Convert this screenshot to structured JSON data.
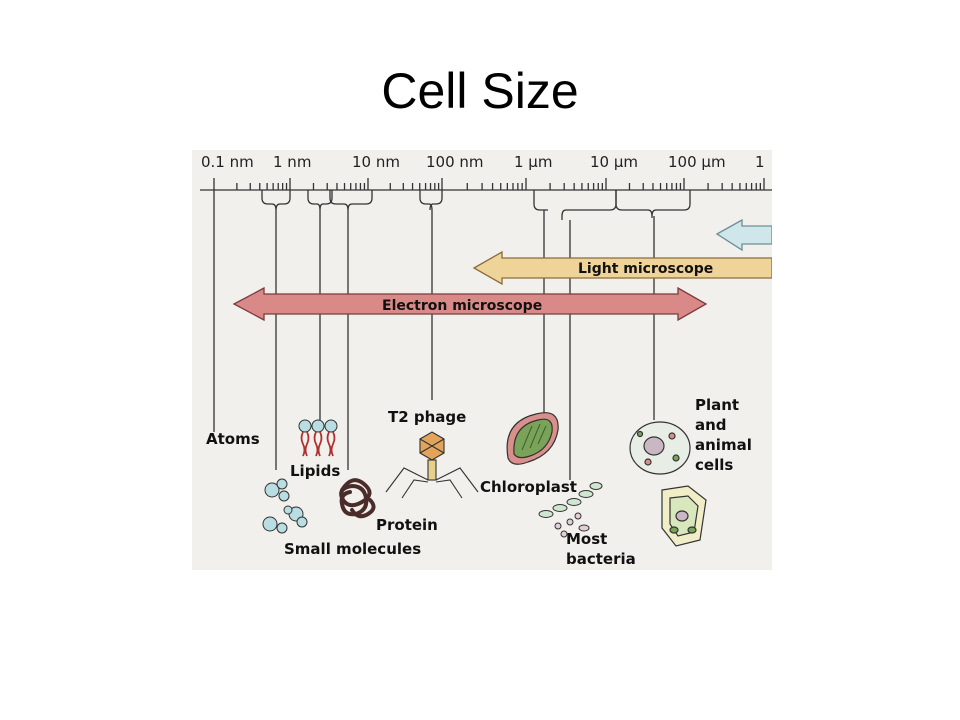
{
  "page": {
    "title": "Cell Size"
  },
  "figure": {
    "scale_labels": [
      "0.1 nm",
      "1 nm",
      "10 nm",
      "100 nm",
      "1 µm",
      "10 µm",
      "100 µm",
      "1"
    ],
    "arrows": {
      "light": "Light microscope",
      "electron": "Electron microscope"
    },
    "items": {
      "atoms": "Atoms",
      "lipids": "Lipids",
      "protein": "Protein",
      "small_molecules": "Small molecules",
      "t2_phage": "T2 phage",
      "chloroplast": "Chloroplast",
      "bacteria": [
        "Most",
        "bacteria"
      ],
      "cells": [
        "Plant",
        "and",
        "animal",
        "cells"
      ]
    },
    "colors": {
      "background": "#f2f0ec",
      "light_arrow": "#efd49a",
      "electron_arrow": "#d98a88",
      "eye_arrow": "#cfe6ea",
      "molecule": "#b8dde2",
      "chloroplast": "#d98f8a",
      "chloroplast_inner": "#7aa35a"
    }
  }
}
